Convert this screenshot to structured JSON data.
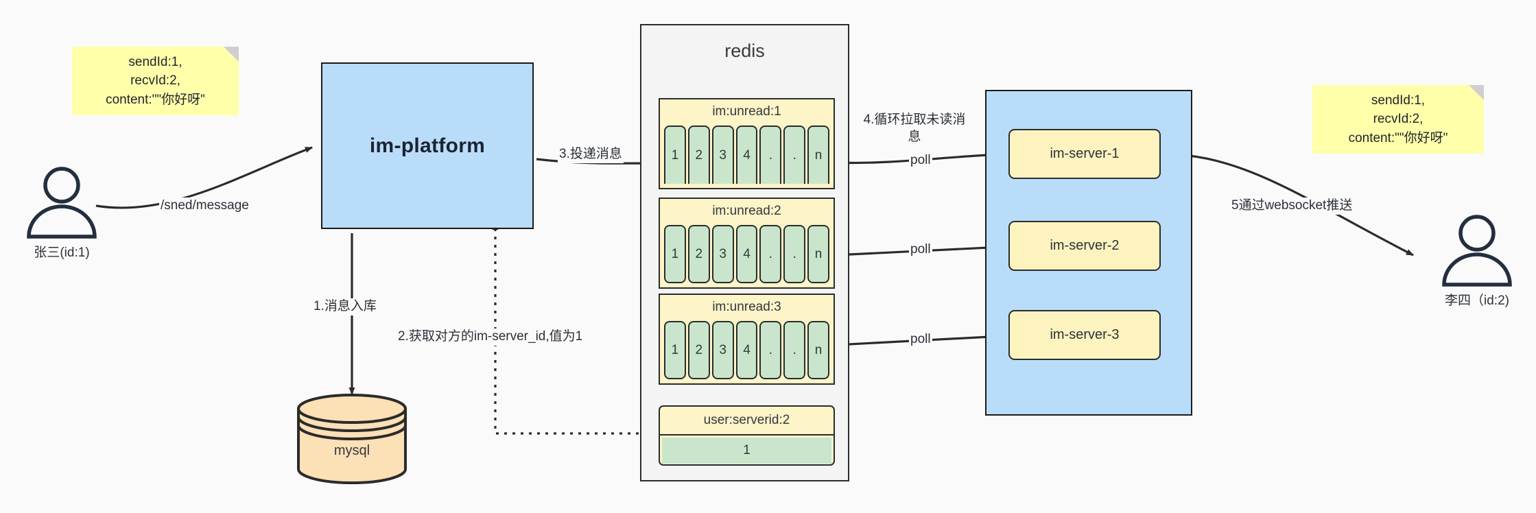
{
  "diagram": {
    "title": "IM message delivery architecture",
    "colors": {
      "note_yellow": "#ffffaa",
      "process_blue": "#b9dcf9",
      "queue_yellow": "#fdf4c8",
      "cell_green": "#c9e6cd",
      "server_yellow": "#fdf3bf",
      "db_orange": "#fce0b6",
      "stroke": "#2b2b2b",
      "background": "#fafafa"
    }
  },
  "notes": {
    "left": "sendId:1,\nrecvId:2,\ncontent:\"\"你好呀\"",
    "right": "sendId:1,\nrecvId:2,\ncontent:\"\"你好呀\""
  },
  "actors": {
    "sender": {
      "label": "张三(id:1)"
    },
    "receiver": {
      "label": "李四（id:2)"
    }
  },
  "platform": {
    "label": "im-platform"
  },
  "database": {
    "label": "mysql"
  },
  "redis": {
    "title": "redis",
    "queues": [
      {
        "key": "im:unread:1",
        "cells": [
          "1",
          "2",
          "3",
          "4",
          ".",
          ".",
          "n"
        ]
      },
      {
        "key": "im:unread:2",
        "cells": [
          "1",
          "2",
          "3",
          "4",
          ".",
          ".",
          "n"
        ]
      },
      {
        "key": "im:unread:3",
        "cells": [
          "1",
          "2",
          "3",
          "4",
          ".",
          ".",
          "n"
        ]
      }
    ],
    "kv": {
      "key": "user:serverid:2",
      "value": "1"
    }
  },
  "cluster": {
    "servers": [
      {
        "label": "im-server-1"
      },
      {
        "label": "im-server-2"
      },
      {
        "label": "im-server-3"
      }
    ]
  },
  "edges": {
    "send_message": "/sned/message",
    "step1": "1.消息入库",
    "step2": "2.获取对方的im-server_id,值为1",
    "step3": "3.投递消息",
    "step4": "4.循环拉取未读消\n息",
    "step5": "5通过websocket推送",
    "poll1": "poll",
    "poll2": "poll",
    "poll3": "poll"
  }
}
